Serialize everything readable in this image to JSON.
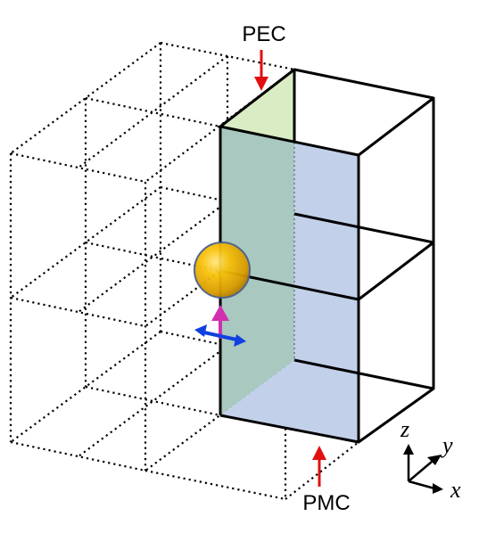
{
  "labels": {
    "top_boundary": "PEC",
    "bottom_boundary": "PMC"
  },
  "axes": {
    "x": "x",
    "y": "y",
    "z": "z"
  },
  "colors": {
    "pec_face": "#d9ecc4",
    "pec_face_overlap": "#a8c8c0",
    "pmc_face": "#c3d0ea",
    "boundary_arrow": "#e01010",
    "dipole_vertical": "#d030b0",
    "dipole_horizontal": "#1040e0",
    "emitter_sphere": "#f2b300",
    "edge": "#000000"
  },
  "icons": {
    "emitter": "sphere-icon",
    "dipole_z": "up-arrow-icon",
    "dipole_x": "double-arrow-icon"
  }
}
